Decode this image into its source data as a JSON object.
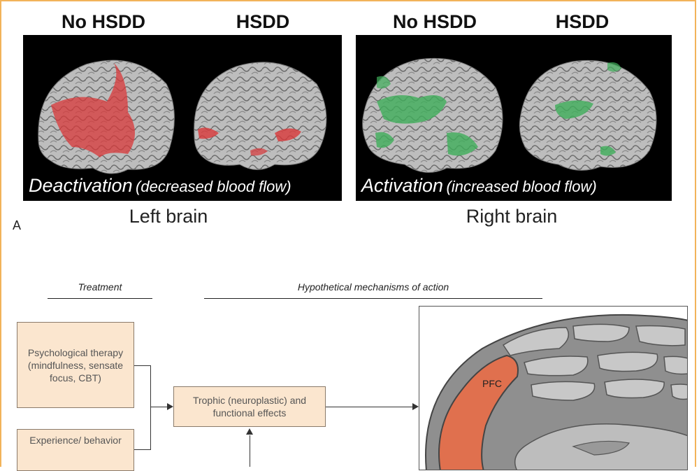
{
  "top_figure": {
    "left_panel": {
      "col_labels": [
        "No HSDD",
        "HSDD"
      ],
      "caption_main": "Deactivation",
      "caption_sub": "(decreased blood flow)",
      "side_label": "Left brain",
      "highlight_color": "#d9383a"
    },
    "right_panel": {
      "col_labels": [
        "No HSDD",
        "HSDD"
      ],
      "caption_main": "Activation",
      "caption_sub": "(increased blood flow)",
      "side_label": "Right brain",
      "highlight_color": "#3fae5a"
    },
    "panel_letter": "A"
  },
  "bottom_figure": {
    "heading_treatment": "Treatment",
    "heading_mechanisms": "Hypothetical mechanisms of action",
    "boxes": {
      "psych_therapy": "Psychological therapy (mindfulness, sensate focus, CBT)",
      "experience": "Experience/ behavior",
      "trophic": "Trophic (neuroplastic) and functional effects"
    },
    "brain_label": "PFC",
    "pfc_color": "#e0704e",
    "box_color": "#fbe6cf"
  }
}
